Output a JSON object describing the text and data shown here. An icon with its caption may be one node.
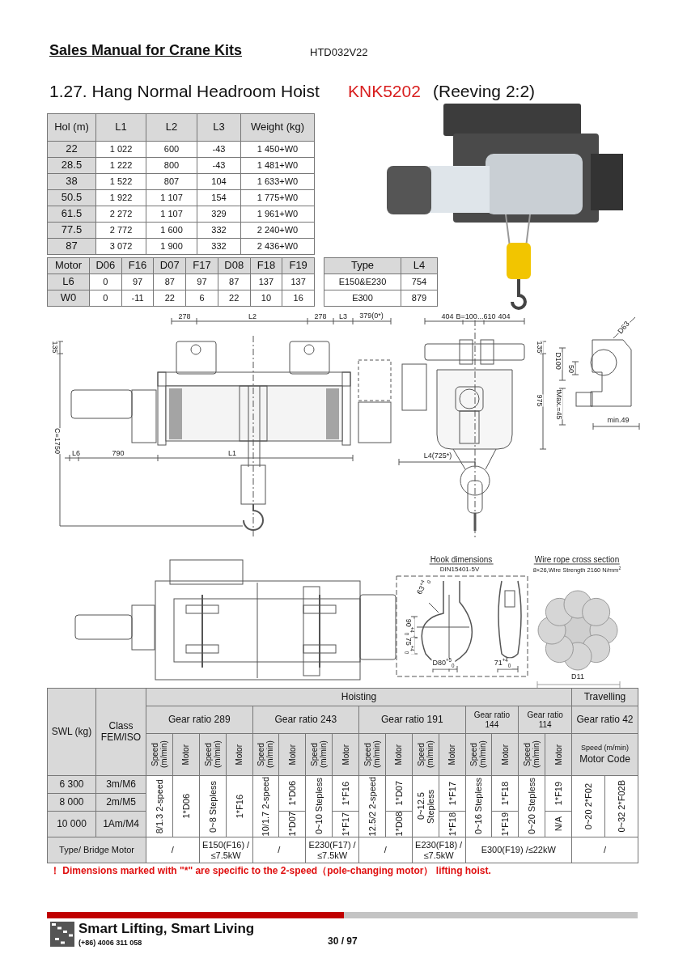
{
  "diagram": {
    "title": "1.27. Hang Normal Headroom Hoist",
    "labels": [
      "Sales Manual for Crane Kits",
      "HTD032V22",
      "KNK5202",
      "(Reeving 2:2)",
      "Hol (m)",
      "L1",
      "L2",
      "L3",
      "Weight (kg)",
      "22",
      "1 022",
      "600",
      "-43",
      "1 450+W0",
      "28.5",
      "1 222",
      "800",
      "-43",
      "1 481+W0",
      "38",
      "1 522",
      "807",
      "104",
      "1 633+W0",
      "50.5",
      "1 922",
      "1 107",
      "154",
      "1 775+W0",
      "61.5",
      "2 272",
      "1 107",
      "329",
      "1 961+W0",
      "77.5",
      "2 772",
      "1 600",
      "332",
      "2 240+W0",
      "87",
      "3 072",
      "1 900",
      "332",
      "2 436+W0",
      "Motor",
      "D06",
      "F16",
      "D07",
      "F17",
      "D08",
      "F18",
      "F19",
      "L6",
      "0",
      "97",
      "87",
      "97",
      "87",
      "137",
      "137",
      "W0",
      "0",
      "-11",
      "22",
      "6",
      "22",
      "10",
      "16",
      "Type",
      "L4",
      "E150&E230",
      "754",
      "E300",
      "879",
      "278",
      "L2",
      "278",
      "L3",
      "379(0*)",
      "135",
      "C=1750",
      "L6",
      "790",
      "L1",
      "404",
      "B=100...610",
      "404",
      "135",
      "975",
      "L4(725*)",
      "D63",
      "D100",
      "50",
      "tMax.=45",
      "min.49",
      "Hook dimensions",
      "DIN15401-5V",
      "63$^{+4}$$_{0}$",
      "90$^{+4}$$_{0}$",
      "75$^{+4}$$_{0}$",
      "D80$^{+5}$$_{0}$",
      "71$^{+4}$$_{0}$",
      "Wire rope cross section",
      "8×26,Wire Strength 2160 N/mm$^{2}$",
      "D11",
      "SWL (kg)",
      "Class FEM/ISO",
      "Hoisting",
      "Travelling",
      "Gear ratio 289",
      "Gear ratio 243",
      "Gear ratio 191",
      "Gear ratio 144",
      "Gear ratio 114",
      "Gear ratio 42",
      "Speed (m/min)",
      "Motor",
      "Speed (m/min)",
      "Motor",
      "Speed (m/min)",
      "Motor",
      "Speed (m/min)",
      "Motor",
      "Speed (m/min)",
      "Motor",
      "Speed (m/min)",
      "Motor",
      "Speed (m/min)",
      "Motor",
      "Speed (m/min)",
      "Motor",
      "Speed (m/min)",
      "Motor Code",
      "6 300",
      "3m/M6",
      "8/1.3 2-speed",
      "1*D06",
      "0~8 Stepless",
      "1*F16",
      "10/1.7 2-speed",
      "1*D06",
      "0~10 Stepless",
      "1*F16",
      "12.5/2 2-speed",
      "1*D07",
      "0~12.5 Stepless",
      "1*F17",
      "0~16 Stepless",
      "1*F18",
      "0~20 Stepless",
      "1*F19",
      "0~20 2*F02",
      "0~32 2*F02B",
      "8 000",
      "2m/M5",
      "10 000",
      "1Am/M4",
      "1*D07",
      "1*F17",
      "1*D08",
      "1*F18",
      "1*F19",
      "N/A",
      "Type/ Bridge Motor",
      "/",
      "E150(F16) /≤7.5kW",
      "/",
      "E230(F17) /≤7.5kW",
      "/",
      "E230(F18) /≤7.5kW",
      "E300(F19) /≤22kW",
      "/",
      "！ Dimensions marked with \"*\" are specific to the 2-speed（pole-changing motor） lifting hoist.",
      "Smart Lifting, Smart Living",
      "(+86) 4006 311 058",
      "30 / 97"
    ]
  }
}
